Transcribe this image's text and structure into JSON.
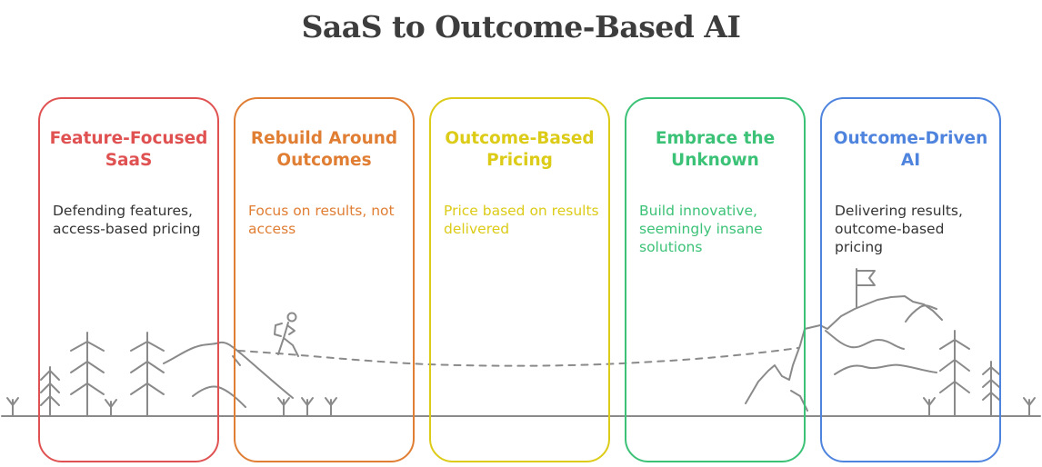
{
  "title": "SaaS to Outcome-Based AI",
  "stages": [
    {
      "title": "Feature-Focused SaaS",
      "description": "Defending features, access-based pricing",
      "color": "#e05252",
      "text_color": "#333333"
    },
    {
      "title": "Rebuild Around Outcomes",
      "description": "Focus on results, not access",
      "color": "#e07e34",
      "text_color": "#e07e34"
    },
    {
      "title": "Outcome-Based Pricing",
      "description": "Price based on results delivered",
      "color": "#dccb17",
      "text_color": "#dccb17"
    },
    {
      "title": "Embrace the Unknown",
      "description": "Build innovative, seemingly insane solutions",
      "color": "#3cc277",
      "text_color": "#3cc277"
    },
    {
      "title": "Outcome-Driven AI",
      "description": "Delivering results, outcome-based pricing",
      "color": "#4f84de",
      "text_color": "#333333"
    }
  ],
  "scene": {
    "line_color": "#8a8a8a",
    "icons": [
      "pine-tree-icon",
      "hill-icon",
      "hiker-icon",
      "dashed-path-icon",
      "mountain-icon",
      "flag-icon",
      "grass-icon"
    ]
  }
}
